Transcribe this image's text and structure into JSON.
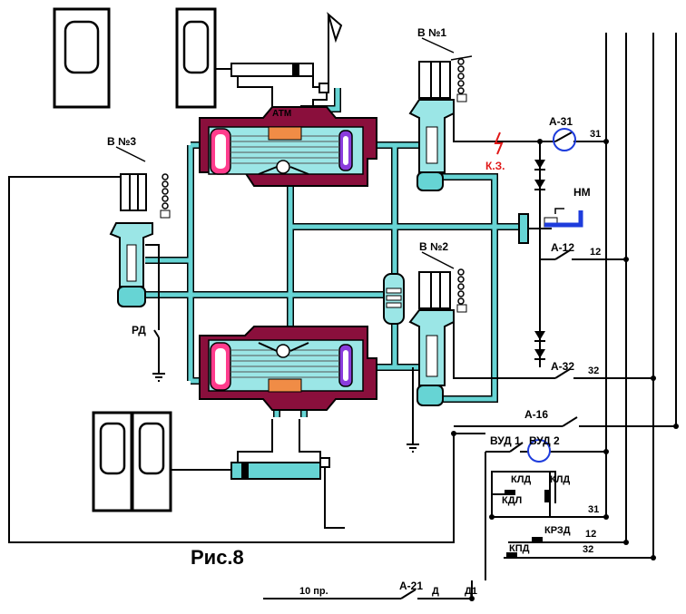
{
  "figure": {
    "caption": "Рис.8"
  },
  "valves": {
    "v1": "В №1",
    "v2": "В №2",
    "v3": "В №3"
  },
  "labels": {
    "atm": "АТМ",
    "rd": "РД",
    "nm": "НМ",
    "short_circuit": "К.З.",
    "a31": "А-31",
    "a12": "А-12",
    "a32": "А-32",
    "a16": "А-16",
    "a21": "А-21",
    "vud1": "ВУД 1",
    "vud2": "ВУД 2",
    "kld_1": "КЛД",
    "kld_2": "КЛД",
    "kdl": "КДЛ",
    "krzd": "КРЗД",
    "kpd": "КПД",
    "wire_31_top": "31",
    "wire_12_top": "12",
    "wire_32_top": "32",
    "wire_31_bottom": "31",
    "wire_12_bottom": "12",
    "wire_32_bottom": "32",
    "wire_10": "10 пр.",
    "d": "Д",
    "d1": "Д1"
  },
  "colors": {
    "air_pipe": "#66d4d4",
    "cylinder_body": "#8a0f3c",
    "piston_left": "#ff3c8c",
    "piston_right": "#8a3cdc",
    "valve_body": "#9be6e6",
    "accent_blue": "#1e3cdc",
    "orange": "#f08c46",
    "highlight": "#e01818"
  }
}
